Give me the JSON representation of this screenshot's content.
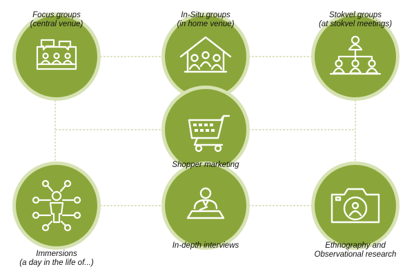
{
  "colors": {
    "circle_fill": "#8aa63a",
    "circle_ring": "#d7e2b3",
    "icon": "#ffffff",
    "connector": "#b9c98a",
    "text": "#111111"
  },
  "nodes": [
    {
      "id": "focus-groups",
      "icon": "meeting-table-icon",
      "label_lines": [
        "Focus groups",
        "(central venue)"
      ]
    },
    {
      "id": "in-situ-groups",
      "icon": "home-group-icon",
      "label_lines": [
        "In-Situ groups",
        "(in home venue)"
      ]
    },
    {
      "id": "stokvel-groups",
      "icon": "hierarchy-people-icon",
      "label_lines": [
        "Stokvel groups",
        "(at stokvel meetings)"
      ]
    },
    {
      "id": "shopper-marketing",
      "icon": "shopping-cart-icon",
      "label_lines": [
        "Shopper marketing"
      ]
    },
    {
      "id": "immersions",
      "icon": "person-network-icon",
      "label_lines": [
        "Immersions",
        "(a day in the life of...)"
      ]
    },
    {
      "id": "in-depth-interviews",
      "icon": "interviewer-desk-icon",
      "label_lines": [
        "In-depth interviews"
      ]
    },
    {
      "id": "ethnography",
      "icon": "camera-icon",
      "label_lines": [
        "Ethnography and",
        "Observational research"
      ]
    }
  ]
}
